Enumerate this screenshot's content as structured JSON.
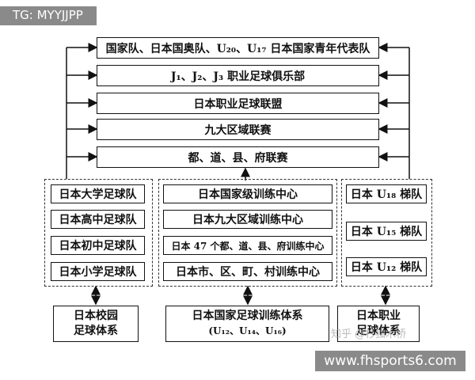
{
  "watermark_top": "TG: MYYJJPP",
  "watermark_bottom": "www.fhsports6.com",
  "watermark_zhihu": "知乎 @杉独木桥",
  "levels": [
    "国家队、日本国奥队、U₂₀、U₁₇ 日本国家青年代表队",
    "J₁、J₂、J₃ 职业足球俱乐部",
    "日本职业足球联盟",
    "九大区域联赛",
    "都、道、县、府联赛"
  ],
  "school_teams": [
    "日本大学足球队",
    "日本高中足球队",
    "日本初中足球队",
    "日本小学足球队"
  ],
  "training_centers": [
    "日本国家级训练中心",
    "日本九大区域训练中心",
    "日本 47 个都、道、县、府训练中心",
    "日本市、区、町、村训练中心"
  ],
  "age_teams": [
    "日本 U₁₈ 梯队",
    "日本 U₁₅ 梯队",
    "日本 U₁₂ 梯队"
  ],
  "systems": {
    "school": [
      "日本校园",
      "足球体系"
    ],
    "national": [
      "日本国家足球训练体系",
      "(U₁₂、U₁₄、U₁₆)"
    ],
    "pro": [
      "日本职业",
      "足球体系"
    ]
  }
}
